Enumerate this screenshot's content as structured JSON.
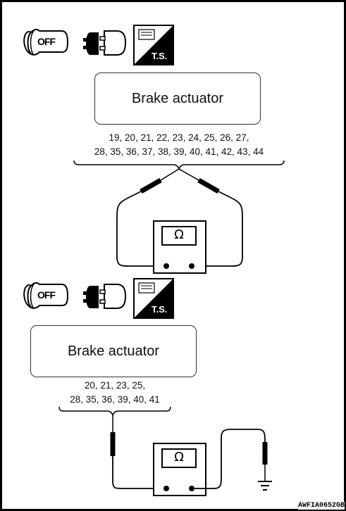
{
  "panel1": {
    "component_label": "Brake actuator",
    "pins_line1": "19, 20, 21, 22, 23, 24, 25, 26, 27,",
    "pins_line2": "28, 35, 36, 37, 38, 39, 40, 41, 42, 43, 44",
    "ignition_label": "OFF",
    "ts_label": "T.S.",
    "meter_symbol": "Ω",
    "icons": [
      "ignition-off-icon",
      "disconnect-connector-icon",
      "troubleshooting-icon",
      "ohmmeter-icon"
    ]
  },
  "panel2": {
    "component_label": "Brake actuator",
    "pins_line1": "20, 21, 23, 25,",
    "pins_line2": "28, 35, 36, 39, 40, 41",
    "ignition_label": "OFF",
    "ts_label": "T.S.",
    "meter_symbol": "Ω",
    "icons": [
      "ignition-off-icon",
      "disconnect-connector-icon",
      "troubleshooting-icon",
      "ohmmeter-icon",
      "ground-icon"
    ]
  },
  "figure_code": "AWFIA0652GB"
}
